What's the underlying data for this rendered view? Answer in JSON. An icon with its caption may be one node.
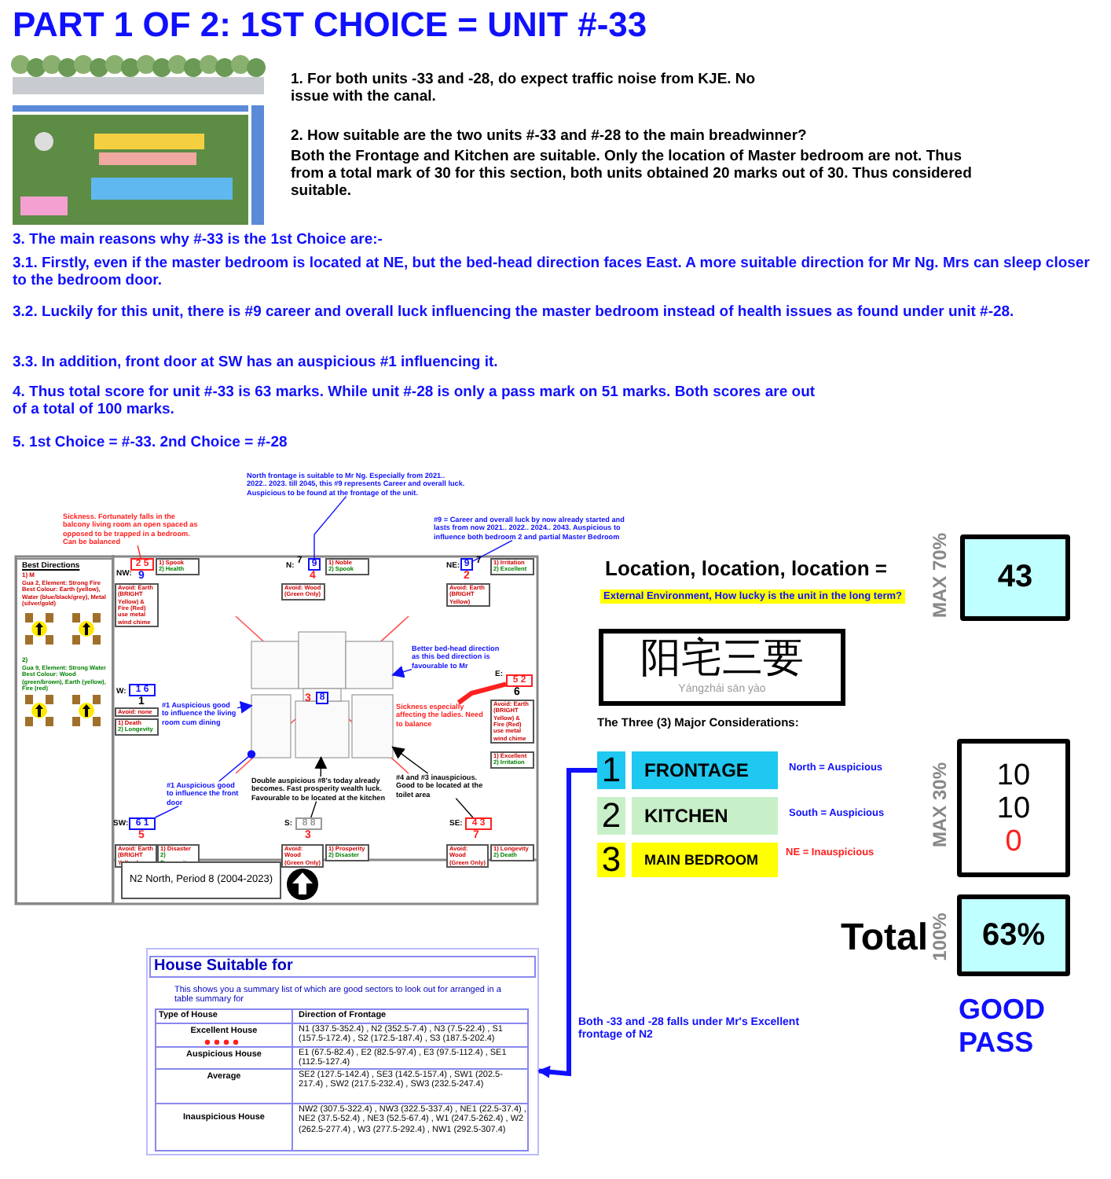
{
  "diagram": {
    "title": "PART 1 OF 2: 1ST CHOICE  = UNIT #-33",
    "nodes": [
      {
        "text": [
          "Best Directions",
          "1) M",
          "Gua 2, Element: Strong Fire Best Colour: Earth (yellow), Water (blue/black/grey), Metal (silver/gold)",
          "2)",
          "Gua 9, Element: Strong Water Best Colour: Wood (green/brown), Earth (yellow), Fire (red)"
        ]
      },
      {
        "text": [
          "2 5"
        ],
        "beside": [
          "NW:",
          "9"
        ]
      },
      {
        "text": [
          "1) Spook",
          "2) Health"
        ]
      },
      {
        "text": [
          "Avoid: Earth (BRIGHT Yellow) & Fire (Red) use metal wind chime"
        ]
      },
      {
        "text": [
          "9"
        ],
        "beside": [
          "N:",
          "7",
          "4"
        ]
      },
      {
        "text": [
          "1) Noble",
          "2) Spook"
        ]
      },
      {
        "text": [
          "Avoid: Wood (Green Only)"
        ]
      },
      {
        "text": [
          "9"
        ],
        "beside": [
          "NE:",
          "7",
          "2"
        ]
      },
      {
        "text": [
          "1) Irritation",
          "2) Excellent"
        ]
      },
      {
        "text": [
          "Avoid: Earth (BRIGHT Yellow)"
        ]
      },
      {
        "text": [
          "1 6"
        ],
        "beside": [
          "W:",
          "1"
        ]
      },
      {
        "text": [
          "Avoid: none"
        ]
      },
      {
        "text": [
          "1) Death",
          "2) Longevity"
        ]
      },
      {
        "text": [],
        "shape": "picture"
      },
      {
        "text": [
          "8"
        ],
        "beside": [
          "3"
        ],
        "in": 13
      },
      {
        "text": [
          "5 2"
        ],
        "beside": [
          "E:",
          "6"
        ]
      },
      {
        "text": [
          "Avoid: Earth (BRIGHT Yellow) & Fire (Red) use metal wind chime"
        ]
      },
      {
        "text": [
          "1) Excellent",
          "2) Irritation"
        ]
      },
      {
        "text": [
          "6 1"
        ],
        "beside": [
          "SW:",
          "5"
        ]
      },
      {
        "text": [
          "Avoid: Earth (BRIGHT Yellow)"
        ]
      },
      {
        "text": [
          "1) Disaster",
          "2) Prosperity"
        ]
      },
      {
        "text": [
          "8 8"
        ],
        "beside": [
          "S:",
          "3"
        ]
      },
      {
        "text": [
          "Avoid: Wood (Green Only)"
        ]
      },
      {
        "text": [
          "1) Prosperity",
          "2) Disaster"
        ]
      },
      {
        "text": [
          "4 3"
        ],
        "beside": [
          "SE:",
          "7"
        ]
      },
      {
        "text": [
          "Avoid: Wood (Green Only)"
        ]
      },
      {
        "text": [
          "1) Longevity",
          "2) Death"
        ]
      },
      {
        "text": [
          "Sickness. Fortunately falls in the balcony living room an open spaced as opposed to be trapped in a bedroom. Can be balanced"
        ]
      },
      {
        "text": [
          "North frontage is suitable to Mr Ng. Especially from 2021.. 2022.. 2023. till 2045, this #9 represents Career and overall luck. Auspicious to be found at the frontage of the unit."
        ]
      },
      {
        "text": [
          "#9 = Career and overall luck by now already started and lasts from now 2021.. 2022.. 2024.. 2043. Auspicious to influence both bedroom 2 and partial Master Bedroom"
        ]
      },
      {
        "text": [
          "#1 Auspicious good to influence the living room cum dining"
        ]
      },
      {
        "text": [
          "Better bed-head direction as this bed direction is favourable to Mr"
        ]
      },
      {
        "text": [
          "Sickness especially affecting the ladies. Need to balance"
        ]
      },
      {
        "text": [
          "#1 Auspicious good to influence the front door"
        ]
      },
      {
        "text": [
          "Double auspicious #8's today already becomes. Fast prosperity wealth luck. Favourable to be located at the kitchen"
        ]
      },
      {
        "text": [
          "#4 and #3 inauspicious. Good to be located at the toilet area"
        ]
      },
      {
        "text": [
          "N2 North, Period 8 (2004-2023)"
        ]
      },
      {
        "text": [
          "43"
        ],
        "beside": [
          "MAX 70%"
        ]
      },
      {
        "text": [
          "阳宅三要",
          "Yángzhái sān yào"
        ]
      },
      {
        "text": [
          "1"
        ]
      },
      {
        "text": [
          "FRONTAGE"
        ]
      },
      {
        "text": [
          "2"
        ]
      },
      {
        "text": [
          "KITCHEN"
        ]
      },
      {
        "text": [
          "3"
        ]
      },
      {
        "text": [
          "MAIN BEDROOM"
        ]
      },
      {
        "text": [
          "10",
          "10",
          "0"
        ],
        "beside": [
          "MAX 30%"
        ]
      },
      {
        "text": [
          "63%"
        ],
        "beside": [
          "100%",
          "GOOD PASS"
        ]
      },
      {
        "text": [
          "House Suitable for",
          "This shows you a summary list of which are good sectors to look out for arranged in a table summary for"
        ]
      }
    ],
    "edges": [
      {
        "from": 27,
        "to": 1,
        "arrow": "none",
        "color": "#ff2020"
      },
      {
        "from": 28,
        "to": 4,
        "arrow": "none"
      },
      {
        "from": 29,
        "to": 7,
        "arrow": "none"
      },
      {
        "from": 30,
        "to": 13,
        "arrow": "to"
      },
      {
        "from": 31,
        "to": 13,
        "arrow": "to"
      },
      {
        "from": 32,
        "to": 15,
        "arrow": "none",
        "style": "thick",
        "color": "#ff2020"
      },
      {
        "from": 33,
        "to": 18,
        "arrow": "none"
      },
      {
        "from": 33,
        "to": 13,
        "arrow": "other"
      },
      {
        "from": 34,
        "to": 13,
        "arrow": "to",
        "color": "#000000"
      },
      {
        "from": 34,
        "to": 21,
        "arrow": "none",
        "color": "#000000"
      },
      {
        "from": 35,
        "to": 13,
        "arrow": "to",
        "color": "#000000"
      },
      {
        "from": 35,
        "to": 24,
        "arrow": "none",
        "color": "#000000"
      },
      {
        "from": 39,
        "to": 47,
        "arrow": "to",
        "style": "thick"
      }
    ],
    "labels": [
      "1. For both units -33 and -28, do expect traffic noise from KJE. No issue with the canal.",
      "2. How suitable are the two units #-33 and #-28 to the main breadwinner?",
      "Both the Frontage and Kitchen are suitable. Only the location of Master bedroom are not. Thus from a total mark of 30 for this section, both units obtained 20 marks out of 30. Thus considered suitable.",
      "3. The main reasons why #-33 is the 1st Choice are:-",
      "3.1. Firstly, even if the master bedroom is located at NE, but the bed-head direction faces East. A more suitable direction for Mr Ng. Mrs can sleep closer to the bedroom door.",
      "3.2. Luckily for this unit, there is #9 career and overall luck influencing the master bedroom  instead of health issues as found under unit #-28.",
      "3.3. In addition, front door at SW has an auspicious #1 influencing it.",
      "4. Thus total score for unit #-33 is 63 marks. While unit #-28 is only a pass mark on 51 marks. Both scores are out of a total of 100 marks.",
      "5. 1st Choice = #-33.  2nd Choice = #-28",
      "Location, location, location =",
      "External Environment, How lucky is the unit in the long term?",
      "The Three (3) Major Considerations:",
      "North = Auspicious",
      "South = Auspicious",
      "NE = Inauspicious",
      "Total",
      "Both -33 and -28 falls under Mr's  Excellent frontage of N2",
      "Type of House",
      "Direction of Frontage",
      "Excellent House",
      "N1 (337.5-352.4) , N2 (352.5-7.4) , N3 (7.5-22.4) , S1 (157.5-172.4) , S2 (172.5-187.4) , S3 (187.5-202.4)",
      "Auspicious House",
      "E1 (67.5-82.4) , E2 (82.5-97.4) , E3 (97.5-112.4) , SE1 (112.5-127.4)",
      "Average",
      "SE2 (127.5-142.4) , SE3 (142.5-157.4) , SW1 (202.5-217.4) , SW2 (217.5-232.4) , SW3 (232.5-247.4)",
      "Inauspicious House",
      "NW2 (307.5-322.4) , NW3 (322.5-337.4) , NE1 (22.5-37.4) , NE2 (37.5-52.4) , NE3 (52.5-67.4) , W1 (247.5-262.4) , W2 (262.5-277.4) , W3 (277.5-292.4) , NW1 (292.5-307.4)"
    ]
  }
}
